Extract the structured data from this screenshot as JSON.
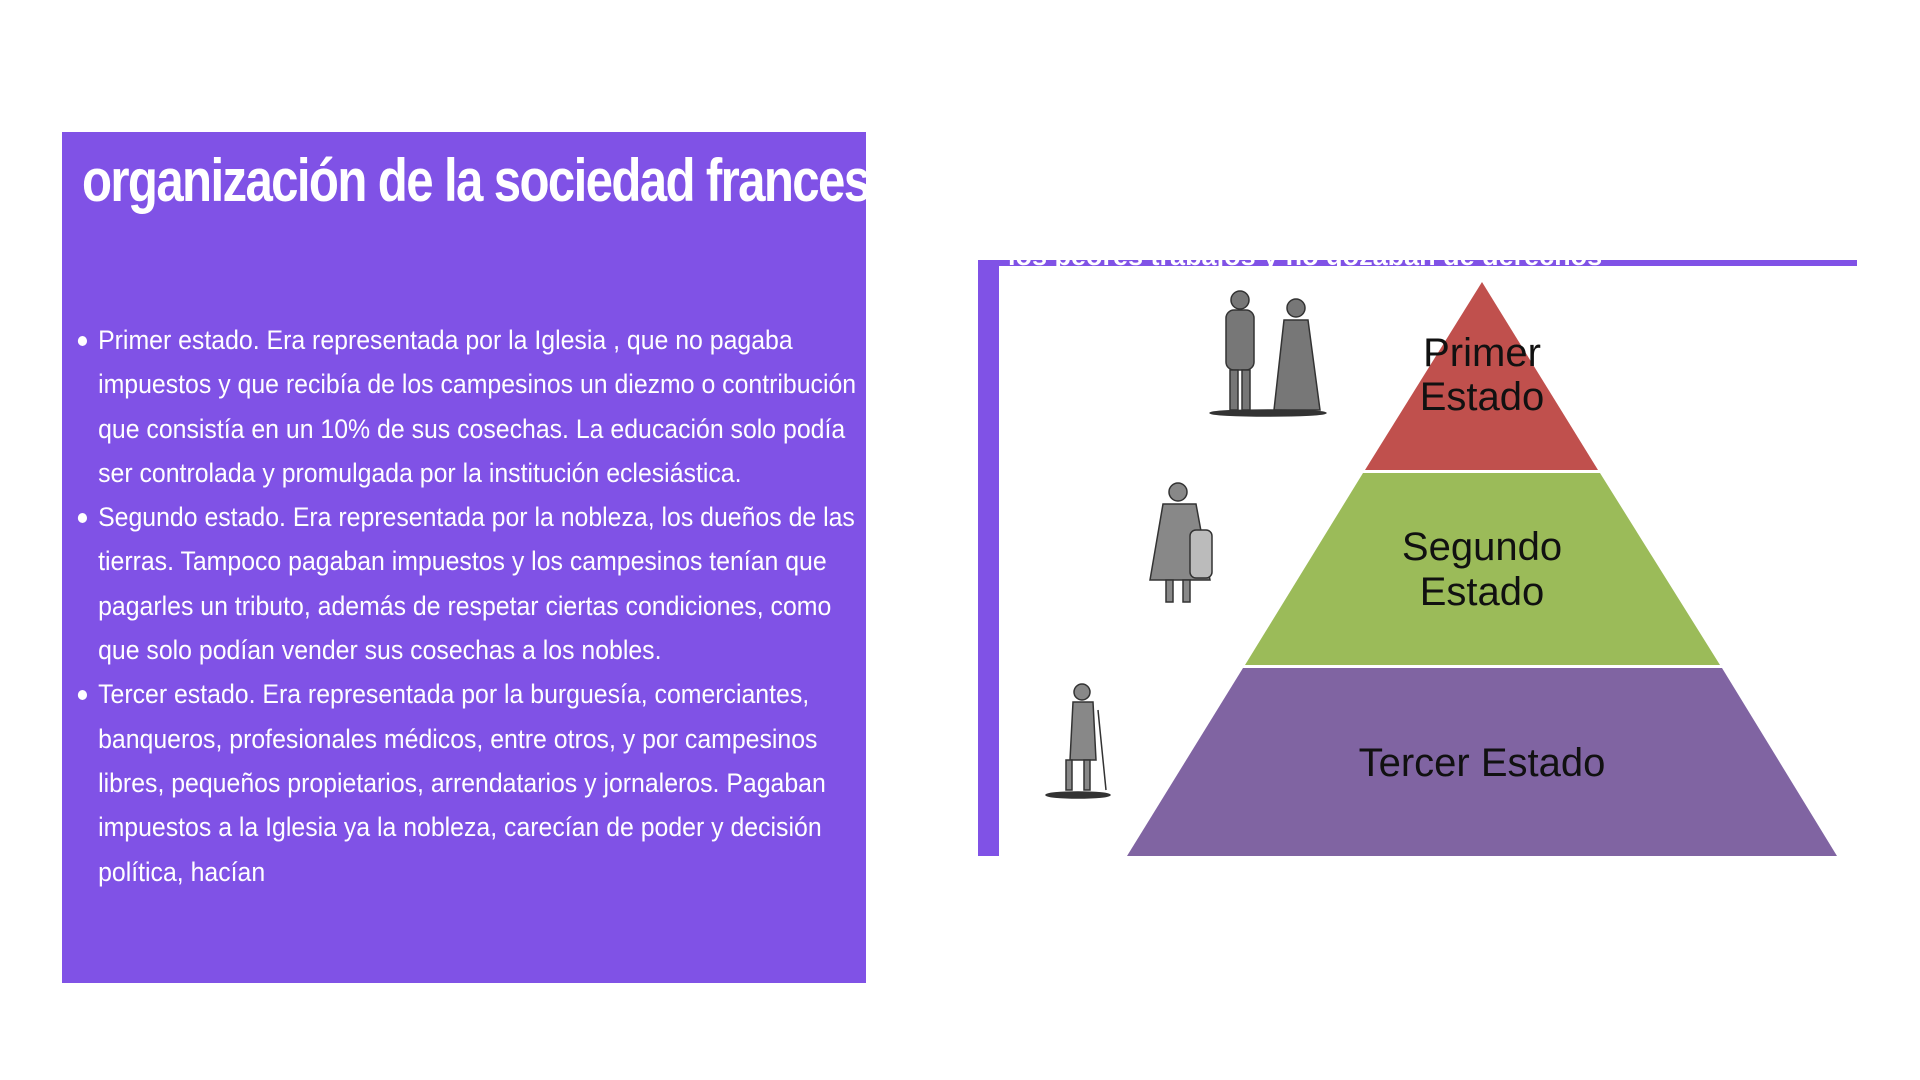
{
  "left_panel": {
    "title": "organización de la sociedad francesa",
    "bullets": [
      "Primer estado. Era representada por la Iglesia , que no pagaba impuestos y que recibía de los campesinos un diezmo o contribución que consistía en un 10% de sus cosechas. La educación solo podía ser controlada y promulgada por la institución eclesiástica.",
      "Segundo estado. Era representada por la nobleza, los dueños de las tierras. Tampoco pagaban impuestos y los campesinos tenían que pagarles un tributo, además de respetar ciertas condiciones, como que solo podían vender sus cosechas a los nobles.",
      "Tercer estado. Era representada por la burguesía, comerciantes, banqueros, profesionales médicos, entre otros, y por campesinos libres, pequeños propietarios, arrendatarios y jornaleros. Pagaban impuestos a la Iglesia ya la nobleza, carecían de poder y decisión política, hacían"
    ],
    "background": "#8052e6"
  },
  "right_panel": {
    "clipped_text": "los peores trabajos y no gozaban de derechos",
    "pyramid": [
      {
        "label_line1": "Primer",
        "label_line2": "Estado",
        "color": "#c0504d"
      },
      {
        "label_line1": "Segundo",
        "label_line2": "Estado",
        "color": "#9bbb59"
      },
      {
        "label_line1": "Tercer Estado",
        "label_line2": "",
        "color": "#8064a2"
      }
    ]
  }
}
